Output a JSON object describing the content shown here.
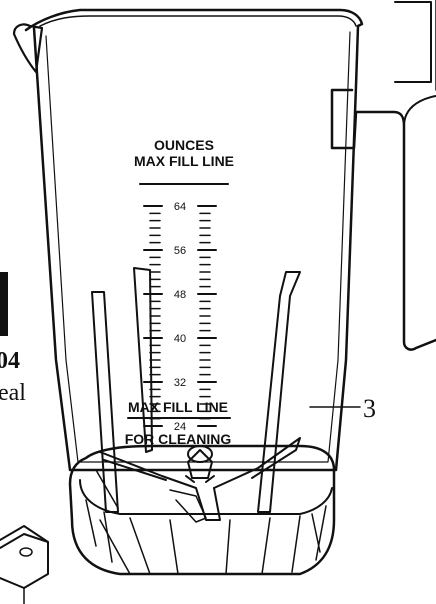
{
  "jar": {
    "scale_title_line1": "OUNCES",
    "scale_title_line2": "MAX FILL LINE",
    "ticks": [
      "64",
      "56",
      "48",
      "40",
      "32",
      "24"
    ],
    "max_fill_label": "MAX FILL LINE",
    "cleaning_label": "FOR CLEANING"
  },
  "callouts": {
    "part_number": "3",
    "left_partial_number": "04",
    "left_partial_word": "eal"
  }
}
